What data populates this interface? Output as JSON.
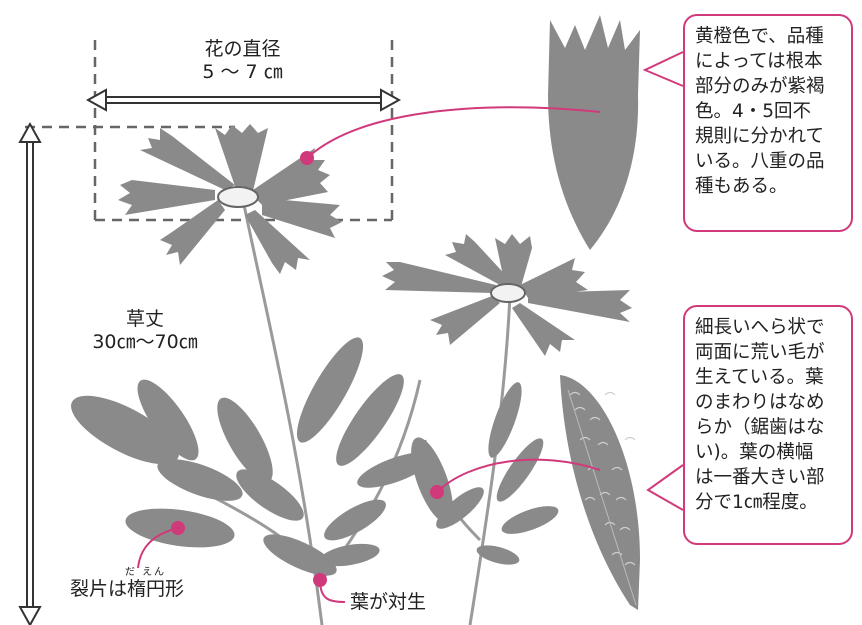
{
  "diameter": {
    "title": "花の直径",
    "value": "5 〜 7 ㎝"
  },
  "height": {
    "title": "草丈",
    "value": "30㎝〜70㎝"
  },
  "petal_note": {
    "lines": [
      "黄橙色で、品種",
      "によっては根本",
      "部分のみが紫褐",
      "色。4・5回不",
      "規則に分かれて",
      "いる。八重の品",
      "種もある。"
    ]
  },
  "leaf_note": {
    "lines": [
      "細長いへら状で",
      "両面に荒い毛が",
      "生えている。葉",
      "のまわりはなめ",
      "らか（鋸歯はな",
      "い)。葉の横幅",
      "は一番大きい部",
      "分で1㎝程度。"
    ]
  },
  "leaflet_label": {
    "text": "裂片は楕円形",
    "ruby": "だ えん"
  },
  "opposite_label": "葉が対生",
  "colors": {
    "accent": "#d13a7a",
    "plant": "#8a8a8a",
    "dash": "#666666"
  }
}
